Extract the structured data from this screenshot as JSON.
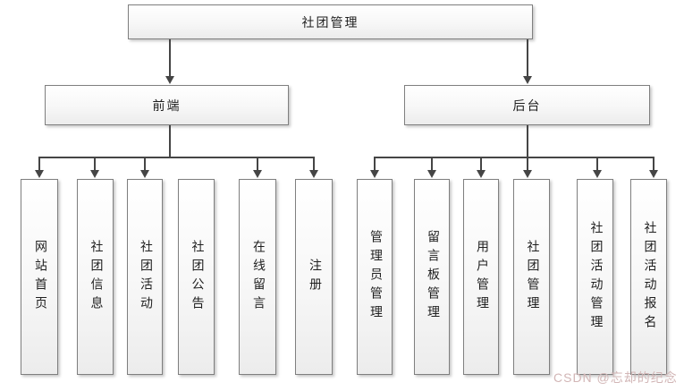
{
  "diagram": {
    "root": {
      "label": "社团管理"
    },
    "branches": [
      {
        "label": "前端",
        "children": [
          "网站首页",
          "社团信息",
          "社团活动",
          "社团公告",
          "在线留言",
          "注册"
        ]
      },
      {
        "label": "后台",
        "children": [
          "管理员管理",
          "留言板管理",
          "用户管理",
          "社团管理",
          "社团活动管理",
          "社团活动报名"
        ]
      }
    ]
  },
  "watermark": {
    "text": "CSDN @忘却的纪念",
    "color": "#d2b6b6"
  },
  "colors": {
    "line": "#454545",
    "box_border": "#7f7f7f",
    "box_fill_top": "#ffffff",
    "box_fill_bottom": "#ececec",
    "text": "#1f1f1f",
    "background": "#ffffff"
  }
}
